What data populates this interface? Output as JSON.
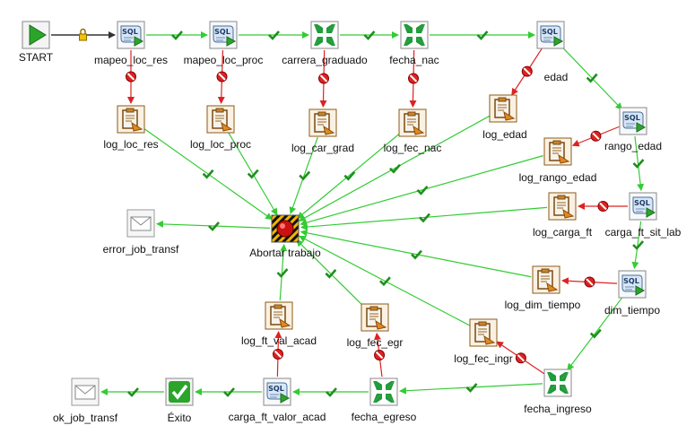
{
  "nodes": [
    {
      "id": "start",
      "label": "START",
      "kind": "start",
      "name": "start-node"
    },
    {
      "id": "mapeo_loc_res",
      "label": "mapeo_loc_res",
      "kind": "sql",
      "name": "step-mapeo-loc-res"
    },
    {
      "id": "mapeo_loc_proc",
      "label": "mapeo_loc_proc",
      "kind": "sql",
      "name": "step-mapeo-loc-proc"
    },
    {
      "id": "carrera_graduado",
      "label": "carrera_graduado",
      "kind": "trans",
      "name": "step-carrera-graduado"
    },
    {
      "id": "fecha_nac",
      "label": "fecha_nac",
      "kind": "trans",
      "name": "step-fecha-nac"
    },
    {
      "id": "edad",
      "label": "edad",
      "kind": "sql",
      "name": "step-edad"
    },
    {
      "id": "log_loc_res",
      "label": "log_loc_res",
      "kind": "log",
      "name": "step-log-loc-res"
    },
    {
      "id": "log_loc_proc",
      "label": "log_loc_proc",
      "kind": "log",
      "name": "step-log-loc-proc"
    },
    {
      "id": "log_car_grad",
      "label": "log_car_grad",
      "kind": "log",
      "name": "step-log-car-grad"
    },
    {
      "id": "log_fec_nac",
      "label": "log_fec_nac",
      "kind": "log",
      "name": "step-log-fec-nac"
    },
    {
      "id": "log_edad",
      "label": "log_edad",
      "kind": "log",
      "name": "step-log-edad"
    },
    {
      "id": "rango_edad",
      "label": "rango_edad",
      "kind": "sql",
      "name": "step-rango-edad"
    },
    {
      "id": "log_rango_edad",
      "label": "log_rango_edad",
      "kind": "log",
      "name": "step-log-rango-edad"
    },
    {
      "id": "log_carga_ft",
      "label": "log_carga_ft",
      "kind": "log",
      "name": "step-log-carga-ft"
    },
    {
      "id": "carga_ft_sit_lab",
      "label": "carga_ft_sit_lab",
      "kind": "sql",
      "name": "step-carga-ft-sit-lab"
    },
    {
      "id": "error_job_transf",
      "label": "error_job_transf",
      "kind": "mail",
      "name": "step-error-job-transf"
    },
    {
      "id": "abortar",
      "label": "Abortar trabajo",
      "kind": "abort",
      "name": "step-abortar-trabajo"
    },
    {
      "id": "log_dim_tiempo",
      "label": "log_dim_tiempo",
      "kind": "log",
      "name": "step-log-dim-tiempo"
    },
    {
      "id": "dim_tiempo",
      "label": "dim_tiempo",
      "kind": "sql",
      "name": "step-dim-tiempo"
    },
    {
      "id": "log_ft_val_acad",
      "label": "log_ft_val_acad",
      "kind": "log",
      "name": "step-log-ft-val-acad"
    },
    {
      "id": "log_fec_egr",
      "label": "log_fec_egr",
      "kind": "log",
      "name": "step-log-fec-egr"
    },
    {
      "id": "log_fec_ingr",
      "label": "log_fec_ingr",
      "kind": "log",
      "name": "step-log-fec-ingr"
    },
    {
      "id": "fecha_ingreso",
      "label": "fecha_ingreso",
      "kind": "trans",
      "name": "step-fecha-ingreso"
    },
    {
      "id": "ok_job_transf",
      "label": "ok_job_transf",
      "kind": "mail",
      "name": "step-ok-job-transf"
    },
    {
      "id": "exito",
      "label": "Éxito",
      "kind": "success",
      "name": "step-exito"
    },
    {
      "id": "carga_ft_valor_acad",
      "label": "carga_ft_valor_acad",
      "kind": "sql",
      "name": "step-carga-ft-valor-acad"
    },
    {
      "id": "fecha_egreso",
      "label": "fecha_egreso",
      "kind": "trans",
      "name": "step-fecha-egreso"
    }
  ],
  "edges": [
    {
      "from": "start",
      "to": "mapeo_loc_res",
      "type": "lock"
    },
    {
      "from": "mapeo_loc_res",
      "to": "mapeo_loc_proc",
      "type": "ok"
    },
    {
      "from": "mapeo_loc_proc",
      "to": "carrera_graduado",
      "type": "ok"
    },
    {
      "from": "carrera_graduado",
      "to": "fecha_nac",
      "type": "ok"
    },
    {
      "from": "fecha_nac",
      "to": "edad",
      "type": "ok"
    },
    {
      "from": "edad",
      "to": "rango_edad",
      "type": "ok"
    },
    {
      "from": "rango_edad",
      "to": "carga_ft_sit_lab",
      "type": "ok"
    },
    {
      "from": "carga_ft_sit_lab",
      "to": "dim_tiempo",
      "type": "ok"
    },
    {
      "from": "dim_tiempo",
      "to": "fecha_ingreso",
      "type": "ok"
    },
    {
      "from": "fecha_ingreso",
      "to": "fecha_egreso",
      "type": "ok"
    },
    {
      "from": "fecha_egreso",
      "to": "carga_ft_valor_acad",
      "type": "ok"
    },
    {
      "from": "carga_ft_valor_acad",
      "to": "exito",
      "type": "ok"
    },
    {
      "from": "exito",
      "to": "ok_job_transf",
      "type": "ok"
    },
    {
      "from": "mapeo_loc_res",
      "to": "log_loc_res",
      "type": "fail"
    },
    {
      "from": "mapeo_loc_proc",
      "to": "log_loc_proc",
      "type": "fail"
    },
    {
      "from": "carrera_graduado",
      "to": "log_car_grad",
      "type": "fail"
    },
    {
      "from": "fecha_nac",
      "to": "log_fec_nac",
      "type": "fail"
    },
    {
      "from": "edad",
      "to": "log_edad",
      "type": "fail"
    },
    {
      "from": "rango_edad",
      "to": "log_rango_edad",
      "type": "fail"
    },
    {
      "from": "carga_ft_sit_lab",
      "to": "log_carga_ft",
      "type": "fail"
    },
    {
      "from": "dim_tiempo",
      "to": "log_dim_tiempo",
      "type": "fail"
    },
    {
      "from": "fecha_ingreso",
      "to": "log_fec_ingr",
      "type": "fail"
    },
    {
      "from": "fecha_egreso",
      "to": "log_fec_egr",
      "type": "fail"
    },
    {
      "from": "carga_ft_valor_acad",
      "to": "log_ft_val_acad",
      "type": "fail"
    },
    {
      "from": "log_loc_res",
      "to": "abortar",
      "type": "ok"
    },
    {
      "from": "log_loc_proc",
      "to": "abortar",
      "type": "ok"
    },
    {
      "from": "log_car_grad",
      "to": "abortar",
      "type": "ok"
    },
    {
      "from": "log_fec_nac",
      "to": "abortar",
      "type": "ok"
    },
    {
      "from": "log_edad",
      "to": "abortar",
      "type": "ok"
    },
    {
      "from": "log_rango_edad",
      "to": "abortar",
      "type": "ok"
    },
    {
      "from": "log_carga_ft",
      "to": "abortar",
      "type": "ok"
    },
    {
      "from": "log_dim_tiempo",
      "to": "abortar",
      "type": "ok"
    },
    {
      "from": "log_fec_ingr",
      "to": "abortar",
      "type": "ok"
    },
    {
      "from": "log_fec_egr",
      "to": "abortar",
      "type": "ok"
    },
    {
      "from": "log_ft_val_acad",
      "to": "abortar",
      "type": "ok"
    },
    {
      "from": "abortar",
      "to": "error_job_transf",
      "type": "ok"
    }
  ]
}
